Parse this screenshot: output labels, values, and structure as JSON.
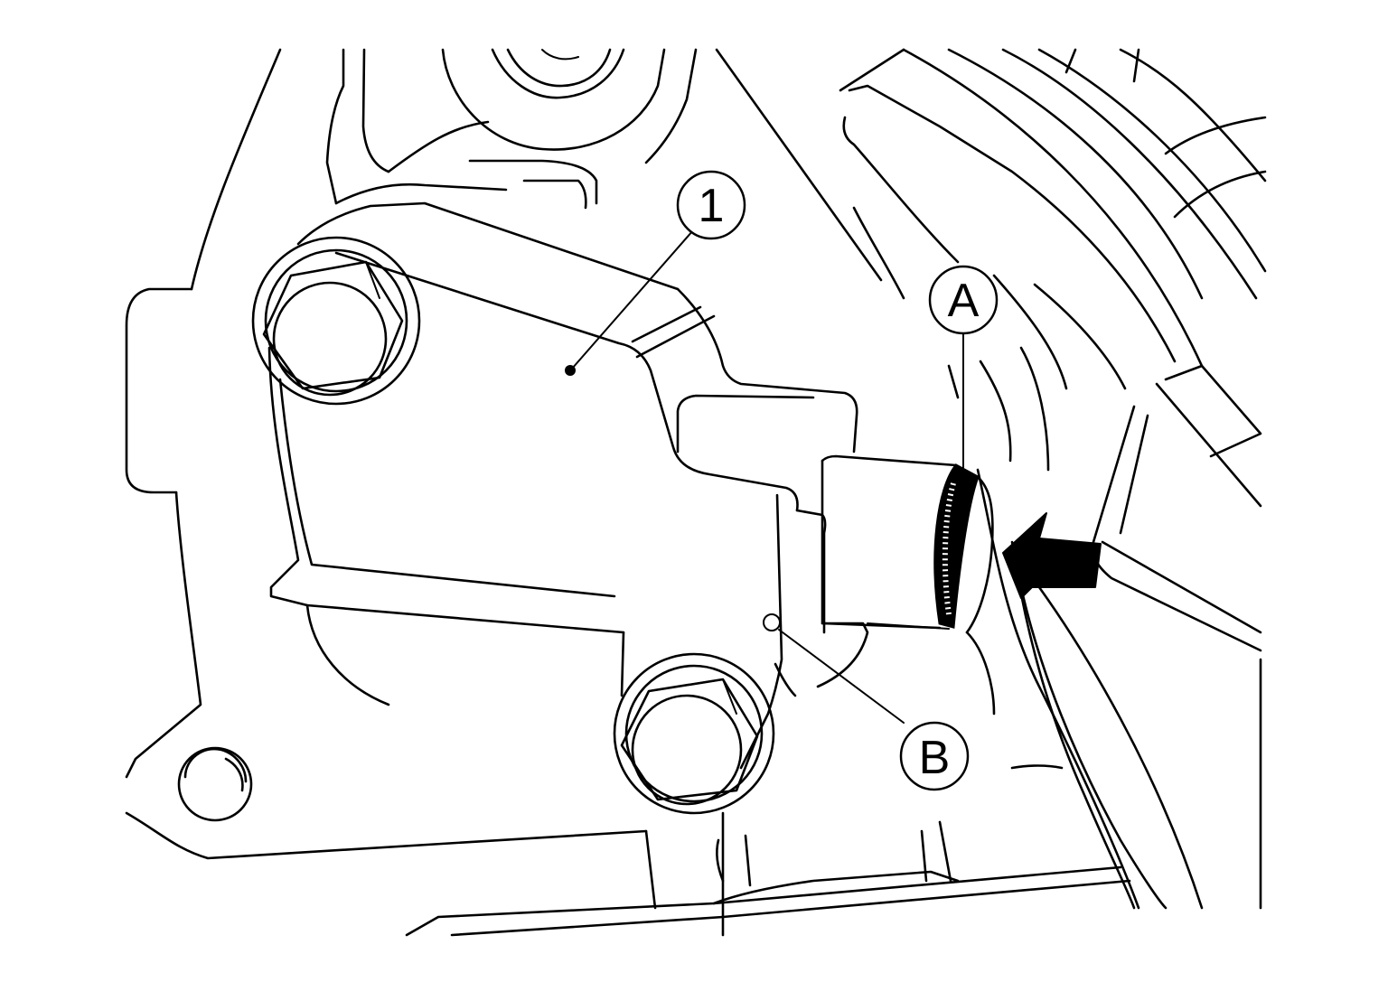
{
  "callouts": {
    "one": "1",
    "a": "A",
    "b": "B"
  },
  "colors": {
    "line": "#000000",
    "background": "#ffffff"
  }
}
